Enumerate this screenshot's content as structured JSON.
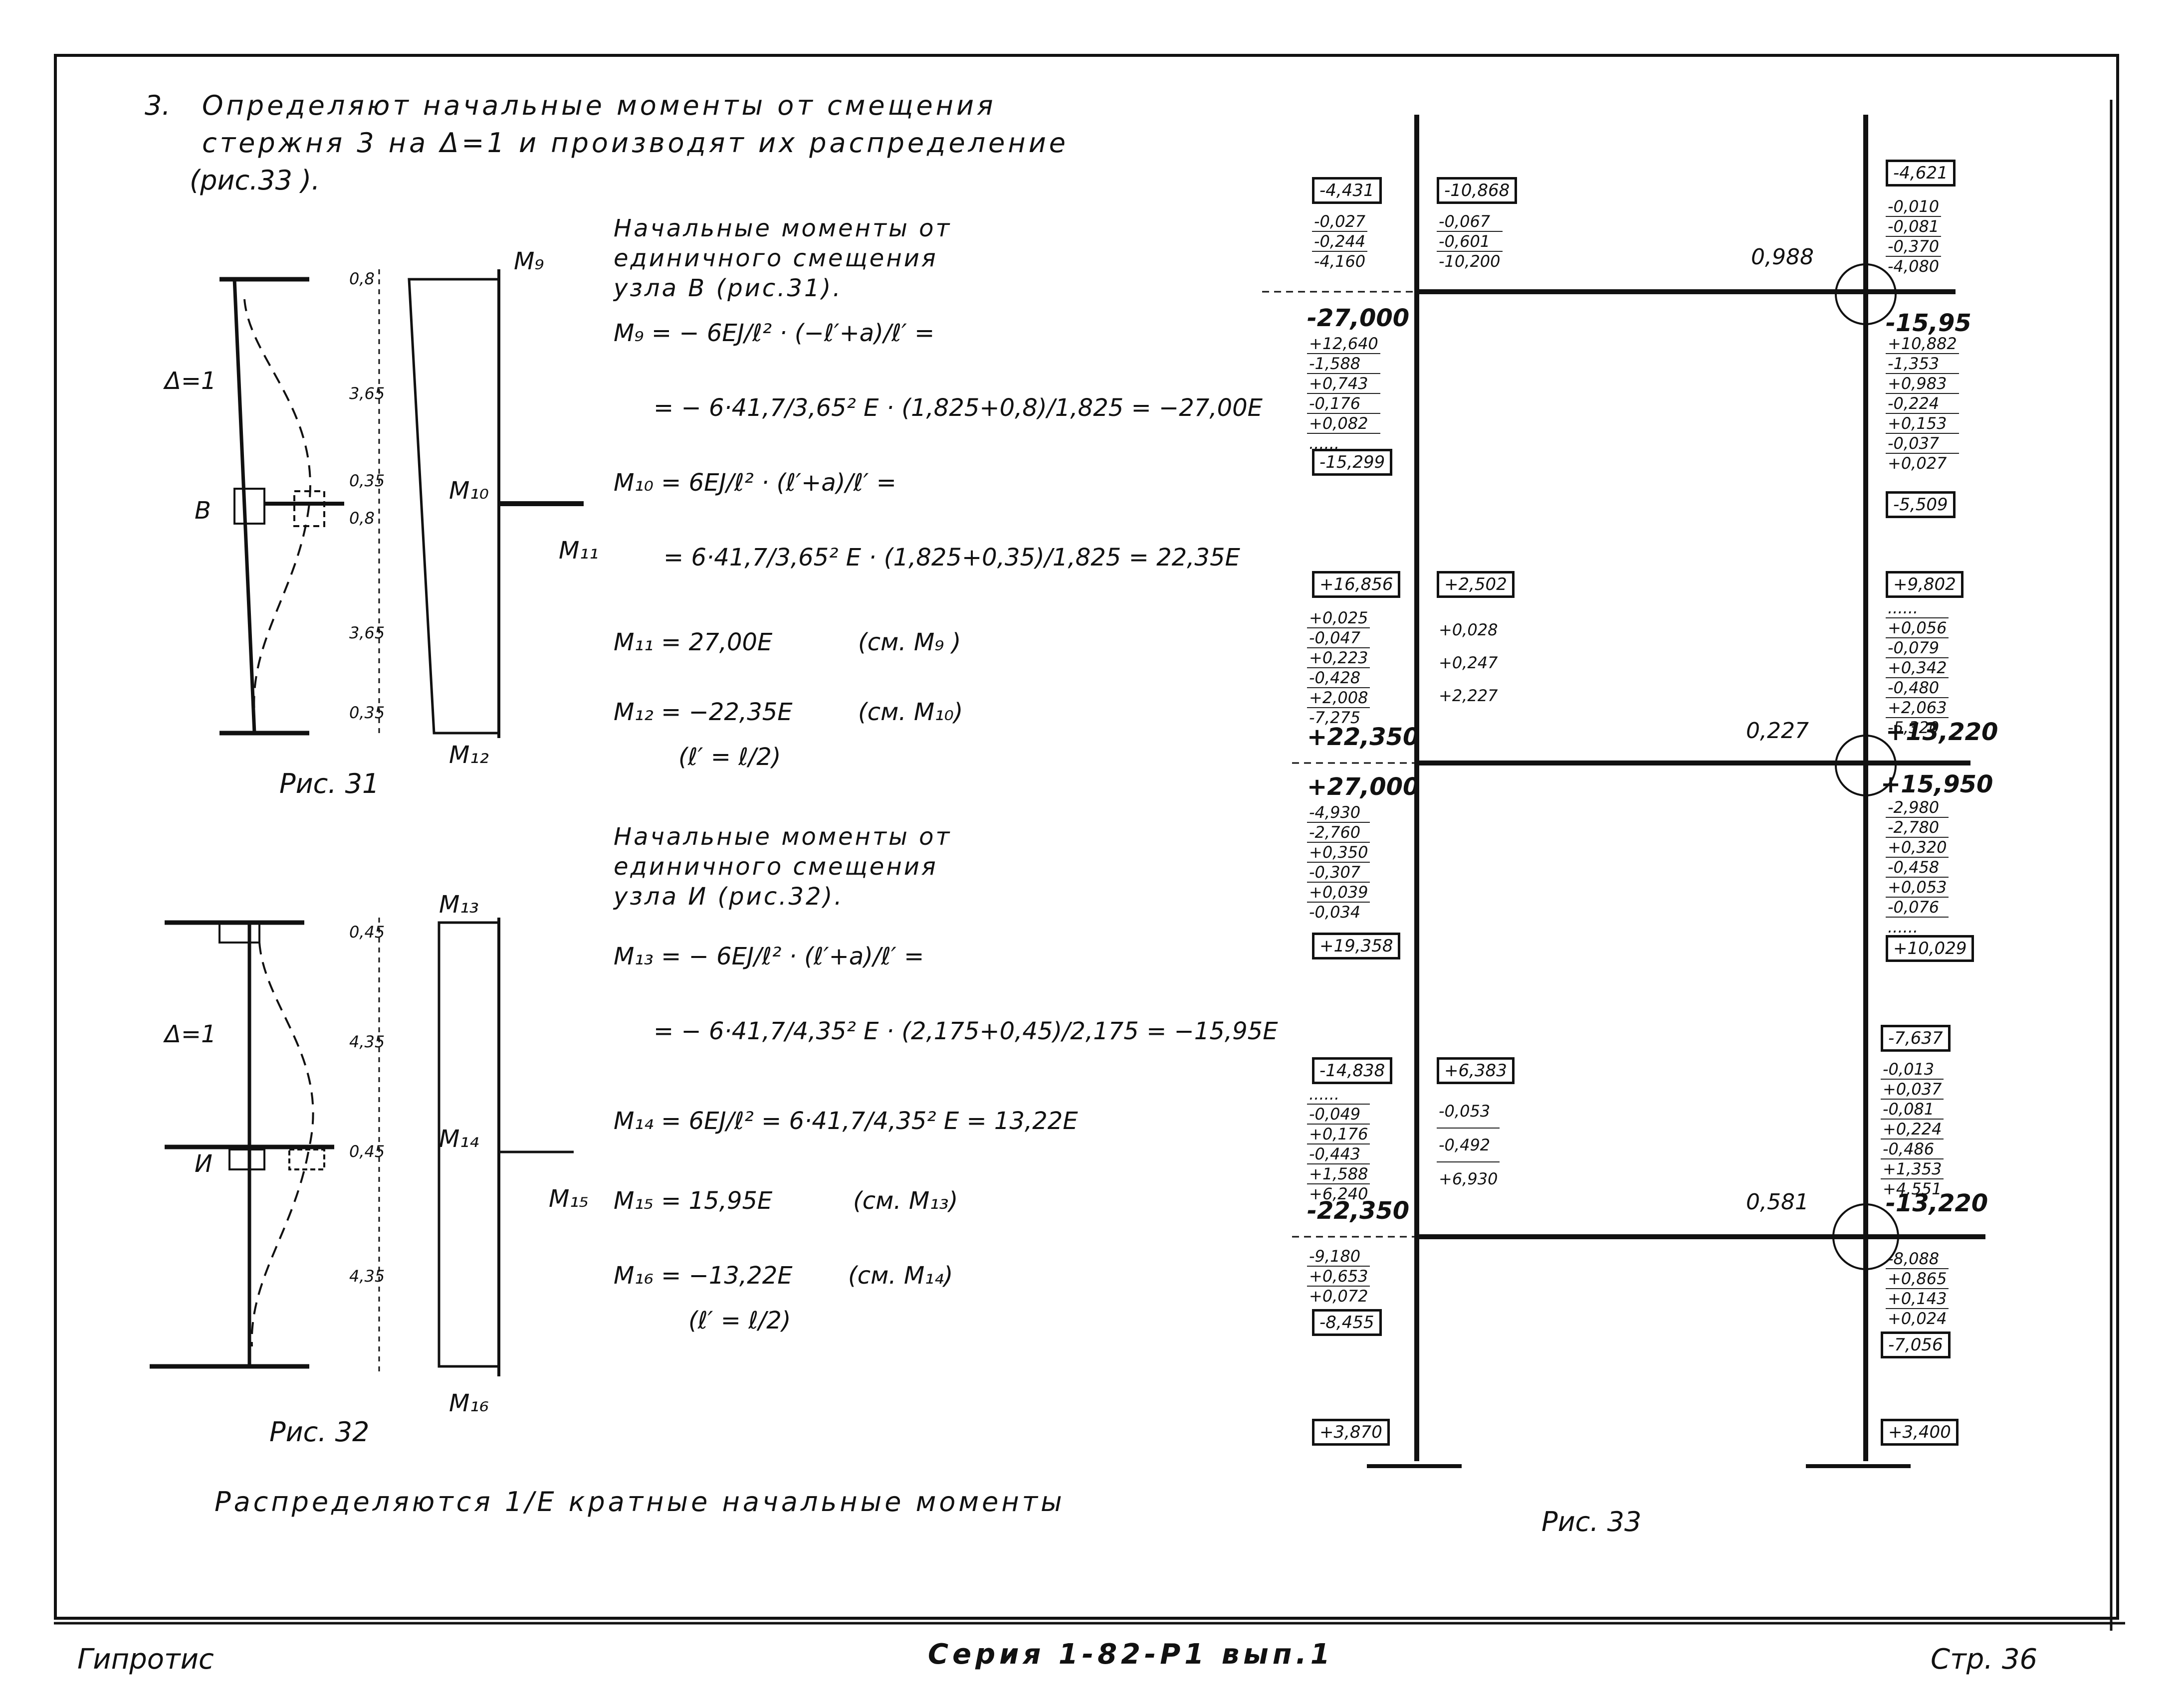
{
  "section": {
    "number": "3.",
    "line1": "Определяют начальные моменты от смещения",
    "line2": "стержня 3 на Δ=1 и производят их распределение",
    "line3": "(рис.33 )."
  },
  "block_b": {
    "heading1": "Начальные моменты от",
    "heading2": "единичного смещения",
    "heading3": "узла В (рис.31).",
    "m9_a": "M₉ = − 6EJ/ℓ² · (−ℓ′+a)/ℓ′ =",
    "m9_b": "= − 6·41,7/3,65² E · (1,825+0,8)/1,825 = −27,00E",
    "m10_a": "M₁₀ = 6EJ/ℓ² · (ℓ′+a)/ℓ′ =",
    "m10_b": "= 6·41,7/3,65² E · (1,825+0,35)/1,825 = 22,35E",
    "m11": "M₁₁ = 27,00E",
    "m11_ref": "(см. M₉ )",
    "m12": "M₁₂ = −22,35E",
    "m12_ref": "(см. M₁₀)",
    "m12_note": "(ℓ′ = ℓ/2)"
  },
  "block_i": {
    "heading1": "Начальные моменты от",
    "heading2": "единичного смещения",
    "heading3": "узла И (рис.32).",
    "m13_a": "M₁₃ = − 6EJ/ℓ² · (ℓ′+a)/ℓ′ =",
    "m13_b": "= − 6·41,7/4,35² E · (2,175+0,45)/2,175 = −15,95E",
    "m14": "M₁₄ = 6EJ/ℓ² = 6·41,7/4,35² E = 13,22E",
    "m15": "M₁₅ = 15,95E",
    "m15_ref": "(см. M₁₃)",
    "m16": "M₁₆ = −13,22E",
    "m16_ref": "(см. M₁₄)",
    "m16_note": "(ℓ′ = ℓ/2)"
  },
  "fig31": {
    "caption": "Рис. 31",
    "delta": "Δ=1",
    "node": "В",
    "dims": [
      "0,8",
      "3,65",
      "0,35",
      "0,8",
      "3,65",
      "0,35"
    ],
    "moments": [
      "M₉",
      "M₁₀",
      "M₁₁",
      "M₁₂"
    ]
  },
  "fig32": {
    "caption": "Рис. 32",
    "delta": "Δ=1",
    "node": "И",
    "dims": [
      "0,45",
      "4,35",
      "0,45",
      "4,35"
    ],
    "moments": [
      "M₁₃",
      "M₁₄",
      "M₁₅",
      "M₁₆"
    ]
  },
  "distribute_note": "Распределяются 1/E кратные начальные моменты",
  "fig33": {
    "caption": "Рис. 33",
    "ratios": [
      "0,988",
      "0,227",
      "0,581"
    ],
    "left_top": {
      "box": "-4,431",
      "vals": [
        "-0,027",
        "-0,244",
        "-4,160"
      ]
    },
    "mid_top": {
      "box": "-10,868",
      "vals": [
        "-0,067",
        "-0,601",
        "-10,200"
      ]
    },
    "right_top": {
      "box": "-4,621",
      "vals": [
        "-0,010",
        "-0,081",
        "-0,370",
        "-4,080"
      ]
    },
    "left_j1_below": {
      "head": "-27,000",
      "vals": [
        "+12,640",
        "-1,588",
        "+0,743",
        "-0,176",
        "+0,082",
        "......"
      ],
      "box": "-15,299"
    },
    "right_j1_below": {
      "head": "-15,95",
      "vals": [
        "+10,882",
        "-1,353",
        "+0,983",
        "-0,224",
        "+0,153",
        "-0,037",
        "+0,027"
      ],
      "box": "-5,509"
    },
    "left_mid": {
      "box": "+16,856",
      "vals": [
        "+0,025",
        "-0,047",
        "+0,223",
        "-0,428",
        "+2,008",
        "-7,275"
      ],
      "end": "+22,350"
    },
    "mid_mid": {
      "box": "+2,502",
      "vals": [
        "+0,028",
        "+0,247",
        "+2,227"
      ]
    },
    "right_mid": {
      "box": "+9,802",
      "vals": [
        "......",
        "+0,056",
        "-0,079",
        "+0,342",
        "-0,480",
        "+2,063",
        "-5,320"
      ],
      "end": "+13,220"
    },
    "left_j2_below": {
      "head": "+27,000",
      "vals": [
        "-4,930",
        "-2,760",
        "+0,350",
        "-0,307",
        "+0,039",
        "-0,034"
      ],
      "box": "+19,358"
    },
    "right_j2_below": {
      "head": "+15,950",
      "vals": [
        "-2,980",
        "-2,780",
        "+0,320",
        "-0,458",
        "+0,053",
        "-0,076",
        "......"
      ],
      "box": "+10,029"
    },
    "left_low": {
      "box": "-14,838",
      "vals": [
        "......",
        "-0,049",
        "+0,176",
        "-0,443",
        "+1,588",
        "+6,240"
      ],
      "end": "-22,350"
    },
    "mid_low": {
      "box": "+6,383",
      "vals": [
        "-0,053",
        "-0,492",
        "+6,930"
      ]
    },
    "right_low": {
      "box": "-7,637",
      "vals": [
        "-0,013",
        "+0,037",
        "-0,081",
        "+0,224",
        "-0,486",
        "+1,353",
        "+4,551"
      ],
      "end": "-13,220"
    },
    "left_j3_below": {
      "vals": [
        "-9,180",
        "+0,653",
        "+0,072"
      ],
      "box": "-8,455"
    },
    "right_j3_below": {
      "vals": [
        "-8,088",
        "+0,865",
        "+0,143",
        "+0,024"
      ],
      "box": "-7,056"
    },
    "left_base": "+3,870",
    "right_base": "+3,400"
  },
  "footer": {
    "left": "Гипротис",
    "center": "Серия 1-82-Р1 вып.1",
    "right": "Стр. 36"
  }
}
